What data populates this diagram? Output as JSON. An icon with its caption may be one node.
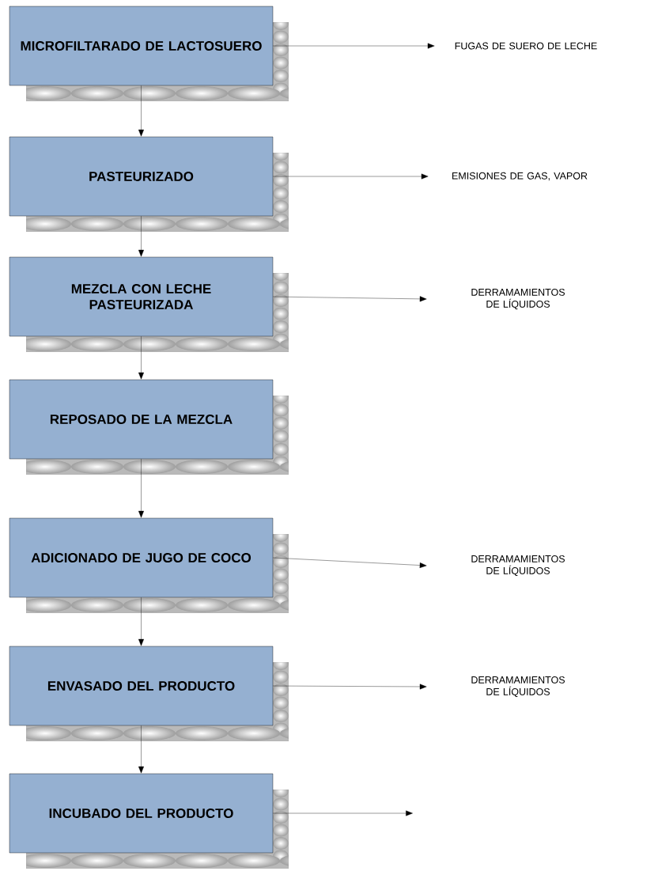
{
  "diagram": {
    "nodes": [
      {
        "text": [
          "MICROFILTARADO DE LACTOSUERO"
        ]
      },
      {
        "text": [
          "PASTEURIZADO"
        ]
      },
      {
        "text": [
          "MEZCLA CON LECHE PASTEURIZADA"
        ]
      },
      {
        "text": [
          "REPOSADO DE LA MEZCLA"
        ]
      },
      {
        "text": [
          "ADICIONADO DE JUGO DE COCO"
        ]
      },
      {
        "text": [
          "ENVASADO DEL PRODUCTO"
        ]
      },
      {
        "text": [
          "INCUBADO DEL PRODUCTO"
        ]
      },
      {
        "text": [
          "FUGAS DE SUERO DE LECHE"
        ]
      },
      {
        "text": [
          "EMISIONES DE GAS, VAPOR"
        ]
      },
      {
        "text": [
          "DERRAMAMIENTOS DE LÍQUIDOS"
        ]
      },
      {
        "text": [
          "DERRAMAMIENTOS DE LÍQUIDOS"
        ]
      },
      {
        "text": [
          "DERRAMAMIENTOS DE LÍQUIDOS"
        ]
      }
    ],
    "edges": [
      {
        "from": 0,
        "to": 1,
        "arrow": "to"
      },
      {
        "from": 1,
        "to": 2,
        "arrow": "to"
      },
      {
        "from": 2,
        "to": 3,
        "arrow": "to"
      },
      {
        "from": 3,
        "to": 4,
        "arrow": "to"
      },
      {
        "from": 4,
        "to": 5,
        "arrow": "to"
      },
      {
        "from": 5,
        "to": 6,
        "arrow": "to"
      },
      {
        "from": 0,
        "to": 7,
        "arrow": "to"
      },
      {
        "from": 1,
        "to": 8,
        "arrow": "to"
      },
      {
        "from": 2,
        "to": 9,
        "arrow": "to"
      },
      {
        "from": 4,
        "to": 10,
        "arrow": "to"
      },
      {
        "from": 5,
        "to": 11,
        "arrow": "to"
      },
      {
        "from": 6,
        "to": null,
        "arrow": "to"
      }
    ]
  }
}
